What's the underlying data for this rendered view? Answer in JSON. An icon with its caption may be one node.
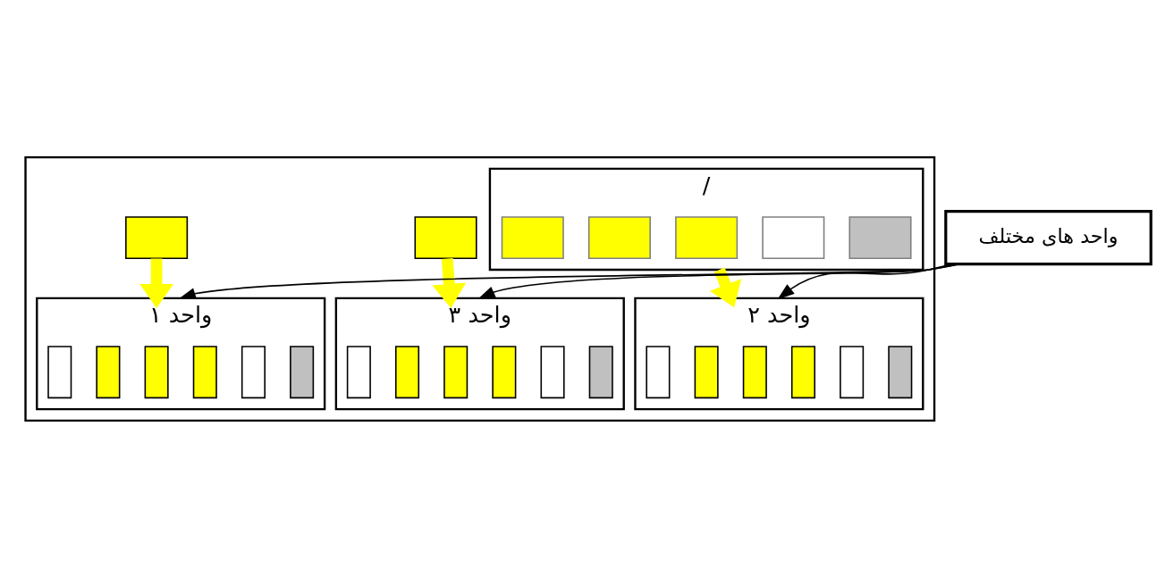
{
  "diagram": {
    "nodes": [
      {
        "text": [],
        "shape": "box"
      },
      {
        "text": [],
        "shape": "box",
        "in": 0
      },
      {
        "text": [
          "/"
        ],
        "in": 0
      },
      {
        "text": [],
        "shape": "box",
        "in": 2
      },
      {
        "text": [],
        "shape": "box",
        "in": 2
      },
      {
        "text": [],
        "shape": "box",
        "in": 2
      },
      {
        "text": [],
        "shape": "box",
        "in": 2
      },
      {
        "text": [],
        "shape": "box",
        "in": 2
      },
      {
        "text": [],
        "shape": "box",
        "in": 0
      },
      {
        "text": [
          "واحد ۳"
        ],
        "in": 0
      },
      {
        "text": [],
        "shape": "bar",
        "in": 9
      },
      {
        "text": [],
        "shape": "bar",
        "in": 9
      },
      {
        "text": [],
        "shape": "bar",
        "in": 9
      },
      {
        "text": [],
        "shape": "bar",
        "in": 9
      },
      {
        "text": [],
        "shape": "bar",
        "in": 9
      },
      {
        "text": [],
        "shape": "bar",
        "in": 9
      },
      {
        "text": [
          "واحد ۲"
        ],
        "in": 0
      },
      {
        "text": [],
        "shape": "bar",
        "in": 16
      },
      {
        "text": [],
        "shape": "bar",
        "in": 16
      },
      {
        "text": [],
        "shape": "bar",
        "in": 16
      },
      {
        "text": [],
        "shape": "bar",
        "in": 16
      },
      {
        "text": [],
        "shape": "bar",
        "in": 16
      },
      {
        "text": [],
        "shape": "bar",
        "in": 16
      },
      {
        "text": [
          "واحد ۱"
        ],
        "in": 0
      },
      {
        "text": [],
        "shape": "bar",
        "in": 23
      },
      {
        "text": [],
        "shape": "bar",
        "in": 23
      },
      {
        "text": [],
        "shape": "bar",
        "in": 23
      },
      {
        "text": [],
        "shape": "bar",
        "in": 23
      },
      {
        "text": [],
        "shape": "bar",
        "in": 23
      },
      {
        "text": [],
        "shape": "bar",
        "in": 23
      },
      {
        "text": [
          "واحد های مختلف"
        ]
      }
    ],
    "edges": [
      {
        "from": 1,
        "to": 9,
        "arrow": "to",
        "style": "thick",
        "color": "#ffff00"
      },
      {
        "from": 2,
        "to": 16,
        "arrow": "to",
        "style": "thick",
        "color": "#ffff00"
      },
      {
        "from": 8,
        "to": 23,
        "arrow": "to",
        "style": "thick",
        "color": "#ffff00"
      },
      {
        "from": 30,
        "to": 9,
        "arrow": "to",
        "color": "#000000"
      },
      {
        "from": 30,
        "to": 16,
        "arrow": "to",
        "color": "#000000"
      },
      {
        "from": 30,
        "to": 23,
        "arrow": "to",
        "color": "#000000"
      }
    ]
  }
}
